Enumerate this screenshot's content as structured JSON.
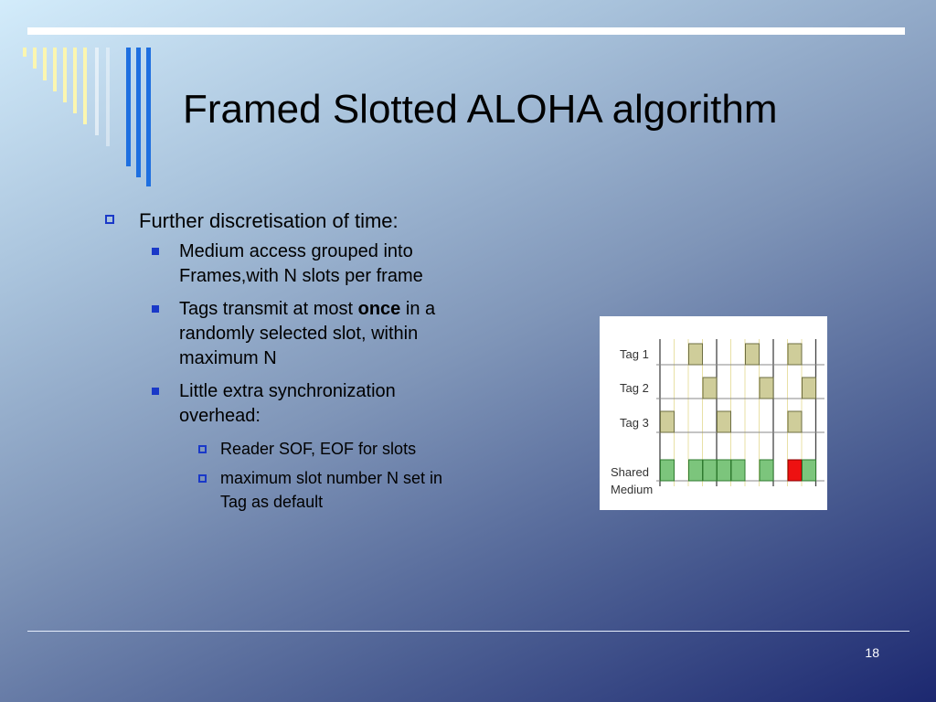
{
  "slide": {
    "title": "Framed Slotted ALOHA algorithm",
    "page_number": "18"
  },
  "bullets": {
    "b1": "Further discretisation of time:",
    "b1_1": "Medium access grouped into Frames,with N slots per frame",
    "b1_2_pre": "Tags transmit at most ",
    "b1_2_bold": "once",
    "b1_2_post": " in a randomly selected slot, within maximum N",
    "b1_3": "Little extra synchronization overhead:",
    "b1_3_1": "Reader SOF, EOF for slots",
    "b1_3_2": "maximum slot number N set in Tag as default"
  },
  "figure": {
    "rows": [
      {
        "label": "Tag 1",
        "slots": [
          2,
          6,
          9
        ]
      },
      {
        "label": "Tag 2",
        "slots": [
          3,
          7,
          10
        ]
      },
      {
        "label": "Tag 3",
        "slots": [
          0,
          4,
          9
        ]
      }
    ],
    "shared_label_1": "Shared",
    "shared_label_2": "Medium",
    "shared_slots": [
      {
        "slot": 0,
        "state": "success"
      },
      {
        "slot": 2,
        "state": "success"
      },
      {
        "slot": 3,
        "state": "success"
      },
      {
        "slot": 4,
        "state": "success"
      },
      {
        "slot": 5,
        "state": "success"
      },
      {
        "slot": 7,
        "state": "success"
      },
      {
        "slot": 9,
        "state": "collision"
      },
      {
        "slot": 10,
        "state": "success"
      }
    ],
    "colors": {
      "tag_fill": "#cfcd9a",
      "tag_stroke": "#6e6e42",
      "success_fill": "#7cc57c",
      "success_stroke": "#2f7a2f",
      "collision_fill": "#ee1111",
      "collision_stroke": "#8a0000",
      "frame_line": "#444444",
      "slot_line": "#e8e0a6"
    }
  }
}
